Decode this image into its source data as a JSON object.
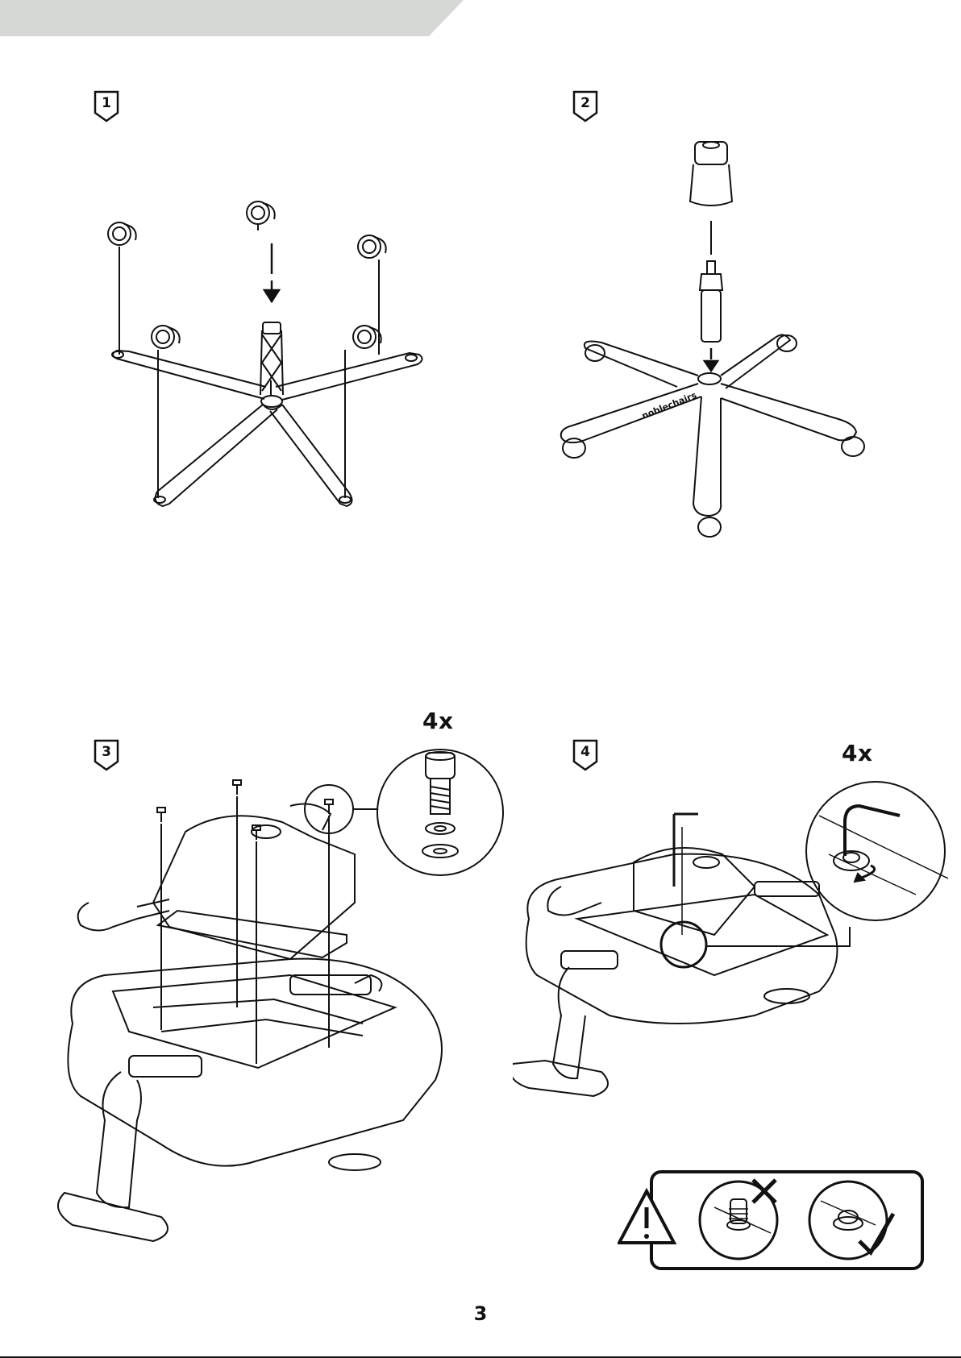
{
  "manual_page": {
    "steps": [
      {
        "number": "1"
      },
      {
        "number": "2",
        "base_logo_text": "noblechairs"
      },
      {
        "number": "3",
        "quantity": "4x"
      },
      {
        "number": "4",
        "quantity": "4x"
      }
    ],
    "page_number": "3",
    "colors": {
      "line": "#111111",
      "header_band": "#d5d8d5"
    },
    "icons": {
      "warning": "warning-triangle-icon",
      "wrong": "cross-mark-icon",
      "correct": "check-mark-icon"
    }
  }
}
